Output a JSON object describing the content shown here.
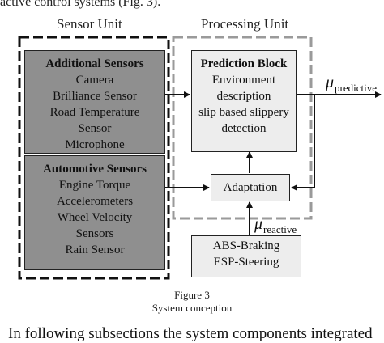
{
  "doc": {
    "top_text": "active control systems (Fig. 3).",
    "bottom_text": "In following subsections the system components integrated"
  },
  "sections": {
    "sensor_unit": "Sensor Unit",
    "processing_unit": "Processing Unit"
  },
  "sensor_groups": {
    "additional": {
      "heading": "Additional Sensors",
      "items": [
        "Camera",
        "Brilliance Sensor",
        "Road Temperature",
        "Sensor",
        "Microphone"
      ]
    },
    "automotive": {
      "heading": "Automotive Sensors",
      "items": [
        "Engine Torque",
        "Accelerometers",
        "Wheel Velocity",
        "Sensors",
        "Rain Sensor"
      ]
    }
  },
  "prediction_block": {
    "heading": "Prediction Block",
    "lines": [
      "Environment",
      "description",
      "slip based slippery",
      "detection"
    ]
  },
  "adaptation": {
    "label": "Adaptation"
  },
  "abs_box": {
    "lines": [
      "ABS-Braking",
      "ESP-Steering"
    ]
  },
  "outputs": {
    "mu_symbol": "μ",
    "predictive_sub": "predictive",
    "reactive_sub": "reactive"
  },
  "figure": {
    "number": "Figure 3",
    "caption": "System conception"
  },
  "colors": {
    "sensor_fill": "#8f8f8f",
    "box_fill": "#ededed",
    "processing_border": "#9a9a9a",
    "line": "#111111"
  }
}
